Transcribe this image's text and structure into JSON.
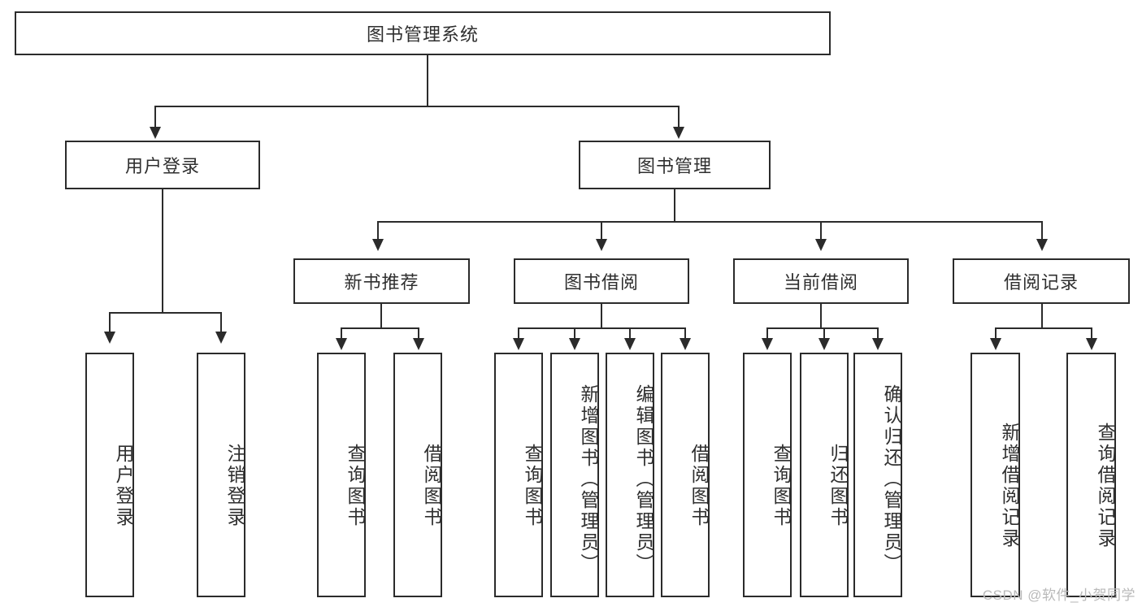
{
  "diagram": {
    "title": "图书管理系统",
    "type": "tree-hierarchy",
    "root": {
      "label": "图书管理系统"
    },
    "level2": [
      {
        "label": "用户登录"
      },
      {
        "label": "图书管理"
      }
    ],
    "level3": [
      {
        "label": "新书推荐"
      },
      {
        "label": "图书借阅"
      },
      {
        "label": "当前借阅"
      },
      {
        "label": "借阅记录"
      }
    ],
    "leaves": {
      "user_login": [
        {
          "label": "用户登录"
        },
        {
          "label": "注销登录"
        }
      ],
      "new_book_recommend": [
        {
          "label": "查询图书"
        },
        {
          "label": "借阅图书"
        }
      ],
      "book_borrow": [
        {
          "label": "查询图书"
        },
        {
          "label": "新增图书（管理员）"
        },
        {
          "label": "编辑图书（管理员）"
        },
        {
          "label": "借阅图书"
        }
      ],
      "current_borrow": [
        {
          "label": "查询图书"
        },
        {
          "label": "归还图书"
        },
        {
          "label": "确认归还（管理员）"
        }
      ],
      "borrow_record": [
        {
          "label": "新增借阅记录"
        },
        {
          "label": "查询借阅记录"
        }
      ]
    }
  },
  "watermark": {
    "text": "CSDN @软件_小贺同学"
  },
  "colors": {
    "stroke": "#2b2b2b",
    "text": "#2f2f2f",
    "background": "#ffffff",
    "watermark": "#b9b9b9"
  }
}
